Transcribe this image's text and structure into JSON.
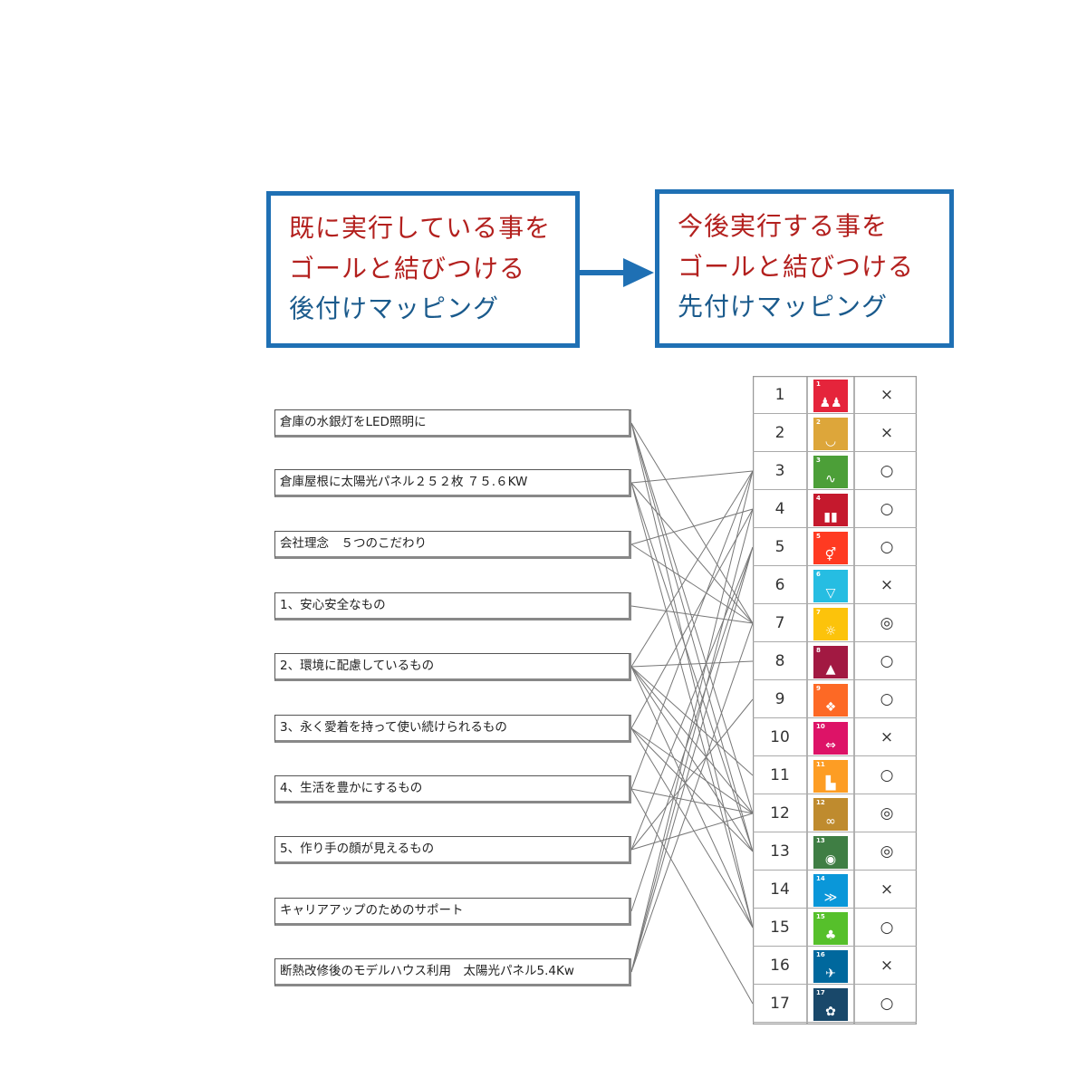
{
  "colors": {
    "box_border": "#1f70b4",
    "red_text": "#b3201e",
    "blue_text": "#1a5a8c"
  },
  "flow": {
    "left_box": {
      "line1": "既に実行している事を",
      "line2": "ゴールと結びつける",
      "line3": "後付けマッピング"
    },
    "right_box": {
      "line1": "今後実行する事を",
      "line2": "ゴールと結びつける",
      "line3": "先付けマッピング"
    }
  },
  "activities": [
    "倉庫の水銀灯をLED照明に",
    "倉庫屋根に太陽光パネル２５２枚 ７５.６KW",
    "会社理念　５つのこだわり",
    "1、安心安全なもの",
    "2、環境に配慮しているもの",
    "3、永く愛着を持って使い続けられるもの",
    "4、生活を豊かにするもの",
    "5、作り手の顔が見えるもの",
    "キャリアアップのためのサポート",
    "断熱改修後のモデルハウス利用　太陽光パネル5.4Kw"
  ],
  "sdgs": [
    {
      "num": "1",
      "mark": "×",
      "color": "#e5243b",
      "icon": "people-icon"
    },
    {
      "num": "2",
      "mark": "×",
      "color": "#dda63a",
      "icon": "bowl-icon"
    },
    {
      "num": "3",
      "mark": "○",
      "color": "#4c9f38",
      "icon": "heartbeat-icon"
    },
    {
      "num": "4",
      "mark": "○",
      "color": "#c5192d",
      "icon": "book-icon"
    },
    {
      "num": "5",
      "mark": "○",
      "color": "#ff3a21",
      "icon": "gender-icon"
    },
    {
      "num": "6",
      "mark": "×",
      "color": "#26bde2",
      "icon": "water-icon"
    },
    {
      "num": "7",
      "mark": "◎",
      "color": "#fcc30b",
      "icon": "sun-icon"
    },
    {
      "num": "8",
      "mark": "○",
      "color": "#a21942",
      "icon": "growth-chart-icon"
    },
    {
      "num": "9",
      "mark": "○",
      "color": "#fd6925",
      "icon": "cubes-icon"
    },
    {
      "num": "10",
      "mark": "×",
      "color": "#dd1367",
      "icon": "equality-icon"
    },
    {
      "num": "11",
      "mark": "○",
      "color": "#fd9d24",
      "icon": "city-icon"
    },
    {
      "num": "12",
      "mark": "◎",
      "color": "#bf8b2e",
      "icon": "infinity-icon"
    },
    {
      "num": "13",
      "mark": "◎",
      "color": "#3f7e44",
      "icon": "eye-globe-icon"
    },
    {
      "num": "14",
      "mark": "×",
      "color": "#0a97d9",
      "icon": "fish-icon"
    },
    {
      "num": "15",
      "mark": "○",
      "color": "#56c02b",
      "icon": "tree-icon"
    },
    {
      "num": "16",
      "mark": "×",
      "color": "#00689d",
      "icon": "dove-icon"
    },
    {
      "num": "17",
      "mark": "○",
      "color": "#19486a",
      "icon": "partnership-icon"
    }
  ],
  "connections": [
    [
      0,
      6
    ],
    [
      0,
      11
    ],
    [
      0,
      12
    ],
    [
      0,
      14
    ],
    [
      1,
      2
    ],
    [
      1,
      6
    ],
    [
      1,
      12
    ],
    [
      1,
      14
    ],
    [
      2,
      3
    ],
    [
      2,
      6
    ],
    [
      3,
      6
    ],
    [
      4,
      2
    ],
    [
      4,
      7
    ],
    [
      4,
      10
    ],
    [
      4,
      11
    ],
    [
      4,
      12
    ],
    [
      4,
      14
    ],
    [
      5,
      3
    ],
    [
      5,
      11
    ],
    [
      5,
      12
    ],
    [
      5,
      14
    ],
    [
      6,
      2
    ],
    [
      6,
      11
    ],
    [
      6,
      16
    ],
    [
      7,
      4
    ],
    [
      7,
      8
    ],
    [
      7,
      11
    ],
    [
      8,
      4
    ],
    [
      9,
      2
    ],
    [
      9,
      3
    ],
    [
      9,
      4
    ],
    [
      9,
      6
    ]
  ]
}
